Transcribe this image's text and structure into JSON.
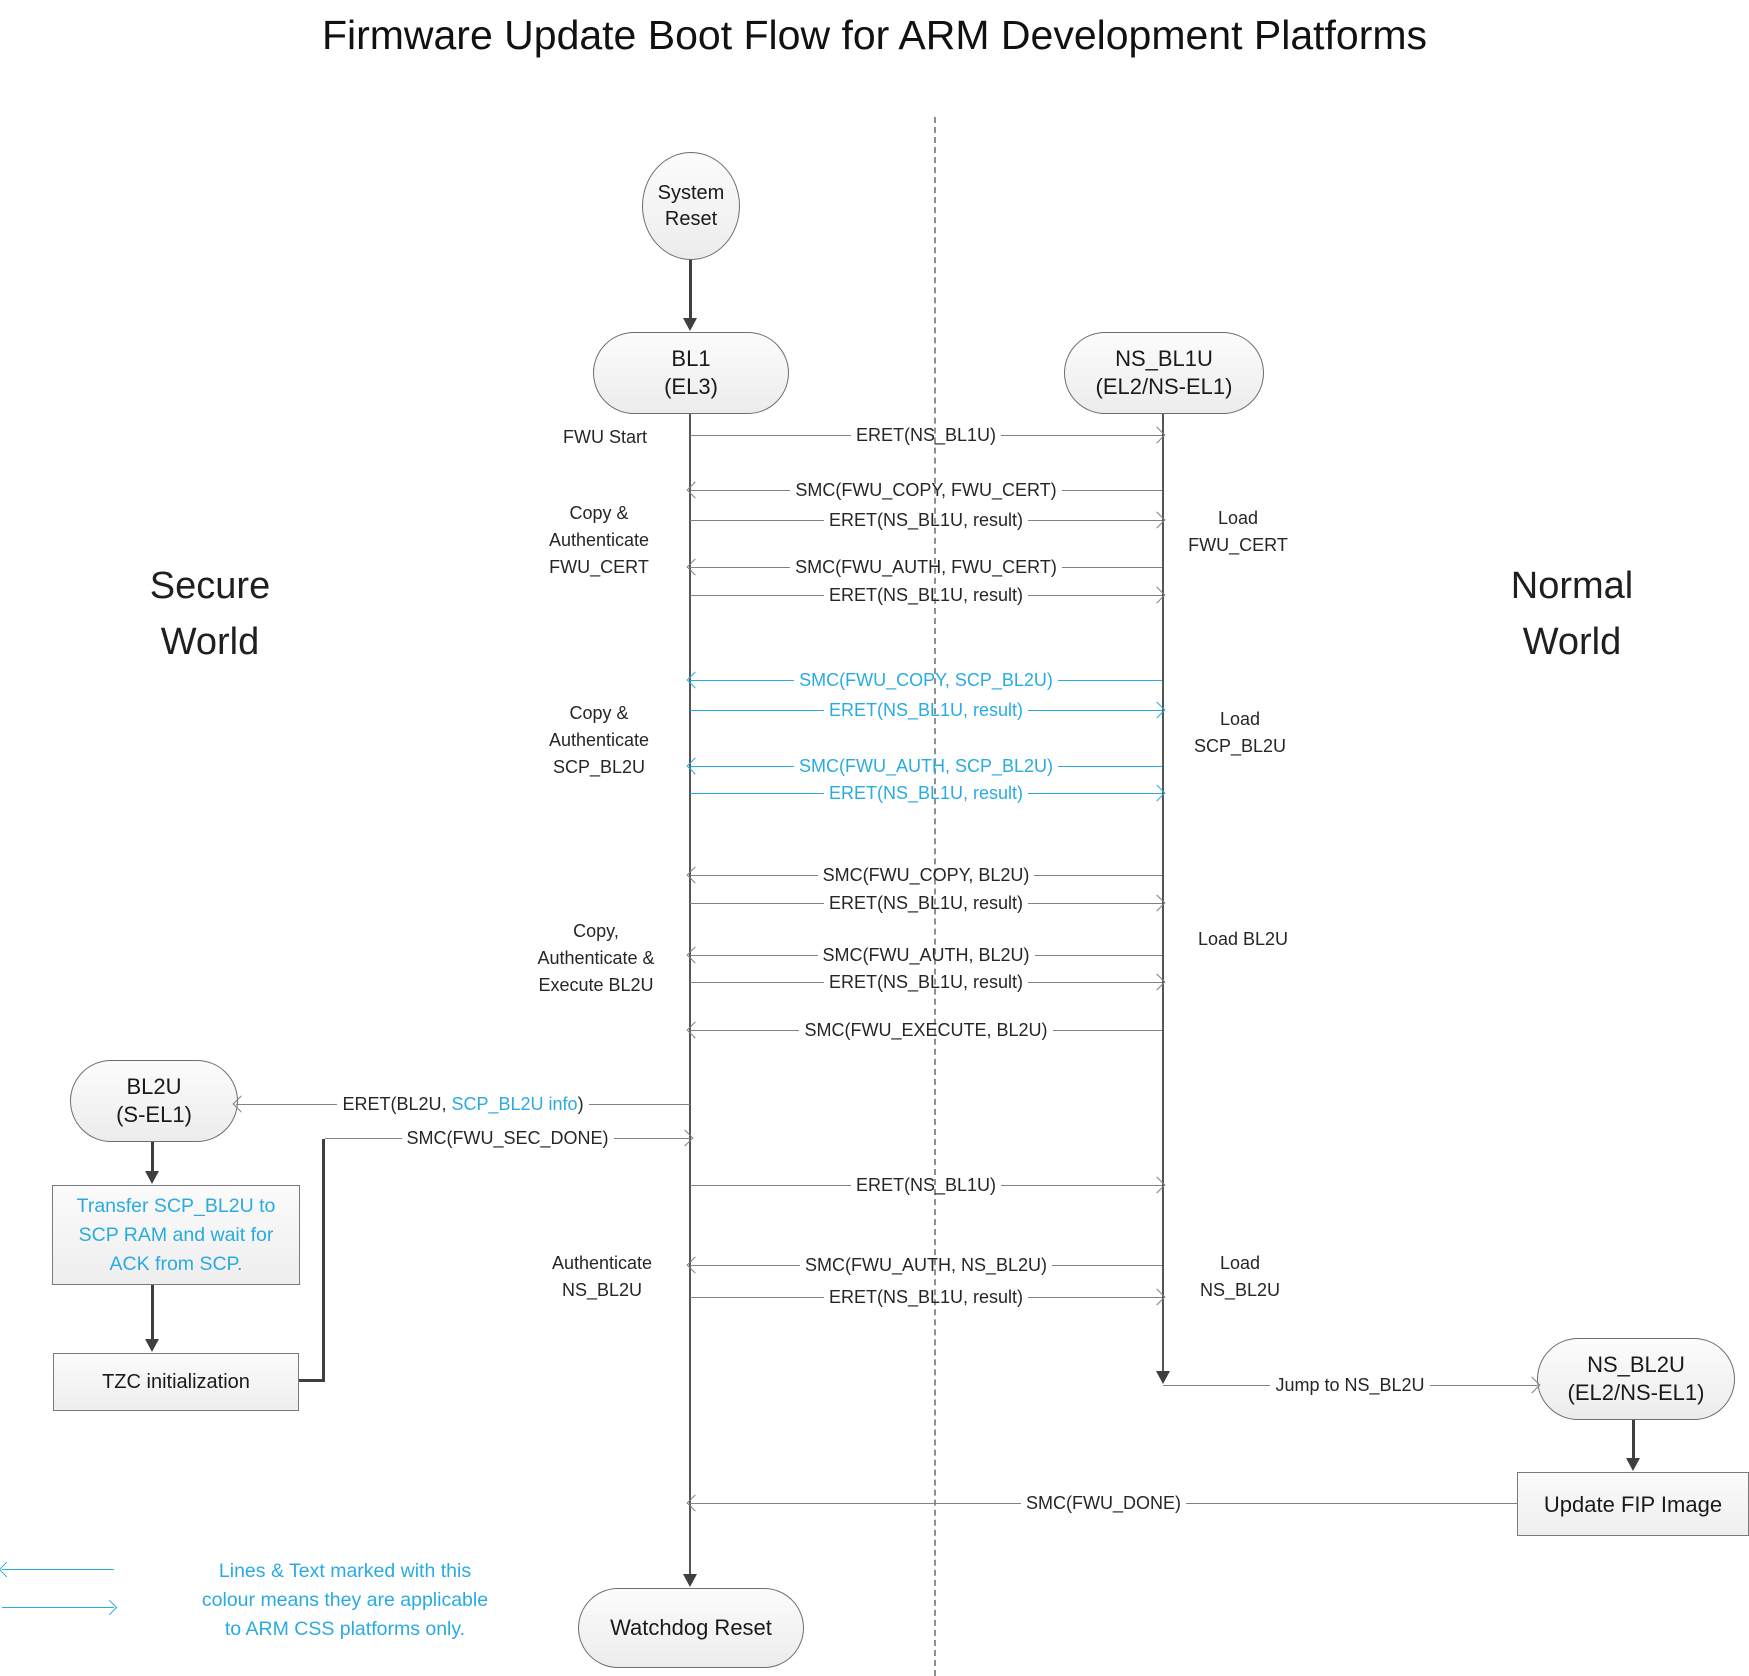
{
  "title": "Firmware Update Boot Flow for ARM Development Platforms",
  "colors": {
    "accent": "#29ABE2",
    "line": "#828282",
    "flow": "#3f3f3f"
  },
  "worlds": {
    "secure": "Secure\nWorld",
    "normal": "Normal\nWorld"
  },
  "nodes": {
    "system_reset": "System\nReset",
    "bl1": "BL1\n(EL3)",
    "ns_bl1u": "NS_BL1U\n(EL2/NS-EL1)",
    "bl2u": "BL2U\n(S-EL1)",
    "ns_bl2u": "NS_BL2U\n(EL2/NS-EL1)",
    "watchdog_reset": "Watchdog Reset"
  },
  "boxes": {
    "transfer_scp": "Transfer SCP_BL2U to\nSCP RAM and wait for\nACK from SCP.",
    "tzc_init": "TZC initialization",
    "update_fip": "Update FIP Image"
  },
  "side_labels": {
    "fwu_start": "FWU Start",
    "copy_auth_fwu_cert": "Copy &\nAuthenticate\nFWU_CERT",
    "load_fwu_cert": "Load\nFWU_CERT",
    "copy_auth_scp_bl2u": "Copy &\nAuthenticate\nSCP_BL2U",
    "load_scp_bl2u": "Load\nSCP_BL2U",
    "copy_auth_exec_bl2u": "Copy,\nAuthenticate &\nExecute BL2U",
    "load_bl2u": "Load BL2U",
    "authenticate_ns_bl2u": "Authenticate\nNS_BL2U",
    "load_ns_bl2u": "Load\nNS_BL2U"
  },
  "messages": [
    {
      "label": "ERET(NS_BL1U)"
    },
    {
      "label": "SMC(FWU_COPY, FWU_CERT)"
    },
    {
      "label": "ERET(NS_BL1U, result)"
    },
    {
      "label": "SMC(FWU_AUTH, FWU_CERT)"
    },
    {
      "label": "ERET(NS_BL1U, result)"
    },
    {
      "label": "SMC(FWU_COPY, SCP_BL2U)"
    },
    {
      "label": "ERET(NS_BL1U, result)"
    },
    {
      "label": "SMC(FWU_AUTH, SCP_BL2U)"
    },
    {
      "label": "ERET(NS_BL1U, result)"
    },
    {
      "label": "SMC(FWU_COPY, BL2U)"
    },
    {
      "label": "ERET(NS_BL1U, result)"
    },
    {
      "label": "SMC(FWU_AUTH, BL2U)"
    },
    {
      "label": "ERET(NS_BL1U, result)"
    },
    {
      "label": "SMC(FWU_EXECUTE, BL2U)"
    },
    {
      "label": "SMC(FWU_SEC_DONE)"
    },
    {
      "label": "ERET(NS_BL1U)"
    },
    {
      "label": "SMC(FWU_AUTH, NS_BL2U)"
    },
    {
      "label": "ERET(NS_BL1U, result)"
    },
    {
      "label": "Jump to NS_BL2U"
    },
    {
      "label": "SMC(FWU_DONE)"
    }
  ],
  "eret_bl2u": {
    "prefix": "ERET(BL2U, ",
    "highlight": "SCP_BL2U info",
    "suffix": ")"
  },
  "legend": {
    "text": "Lines & Text marked with this\ncolour means they are applicable\nto ARM CSS platforms only."
  }
}
